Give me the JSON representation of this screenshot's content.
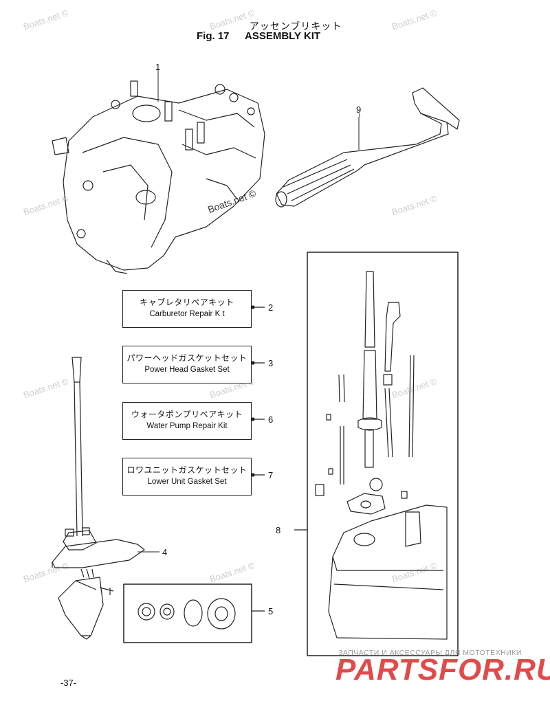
{
  "header": {
    "title_jp": "アッセンブリキット",
    "fig_label": "Fig. 17",
    "title_en": "ASSEMBLY KIT"
  },
  "watermark": "Boats.net ©",
  "parts": [
    {
      "number": "1",
      "name": "power-head"
    },
    {
      "number": "2",
      "label_jp": "キャブレタリペアキット",
      "label_en": "Carburetor Repair K t"
    },
    {
      "number": "3",
      "label_jp": "パワーヘッドガスケットセット",
      "label_en": "Power Head Gasket Set"
    },
    {
      "number": "4",
      "name": "lower-casing-assembly"
    },
    {
      "number": "5",
      "name": "seal-kit"
    },
    {
      "number": "6",
      "label_jp": "ウォータポンプリペアキット",
      "label_en": "Water Pump Repair Kit"
    },
    {
      "number": "7",
      "label_jp": "ロワユニットガスケットセット",
      "label_en": "Lower Unit Gasket Set"
    },
    {
      "number": "8",
      "name": "drive-shaft-housing-kit"
    },
    {
      "number": "9",
      "name": "tiller-handle"
    }
  ],
  "footer": {
    "page_number": "-37-",
    "shop_tagline": "ЗАПЧАСТИ И АКСЕССУАРЫ ДЛЯ МОТОТЕХНИКИ",
    "shop_logo": "PARTSFOR.RU"
  },
  "colors": {
    "line": "#222222",
    "watermark": "#cfcfcf",
    "logo": "#e24a4a"
  }
}
